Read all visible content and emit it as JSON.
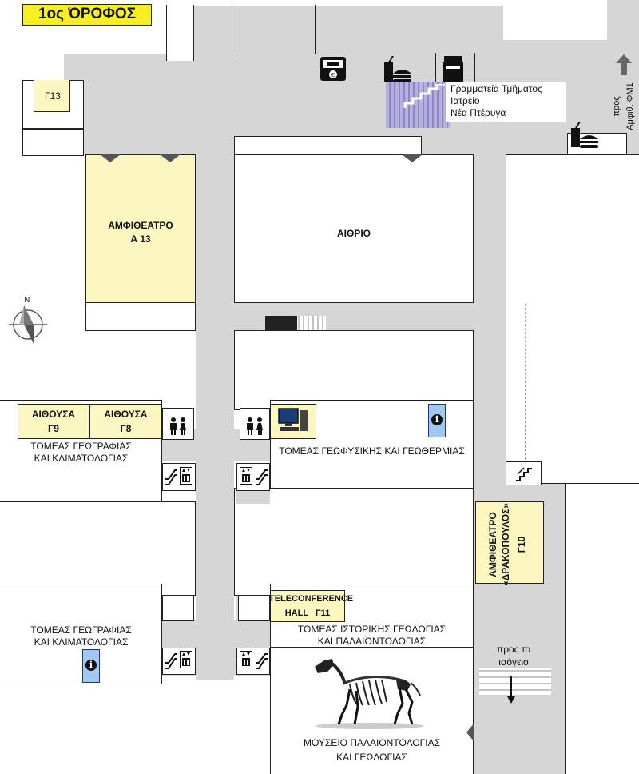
{
  "floor_title": "1ος ΌΡΟΦΟΣ",
  "rooms": {
    "g13": "Γ13",
    "amfitheatro_a13_line1": "ΑΜΦΙΘΕΑΤΡΟ",
    "amfitheatro_a13_line2": "Α 13",
    "aithrio": "ΑΙΘΡΙΟ",
    "g9_line1": "ΑΙΘΟΥΣΑ",
    "g9_line2": "Γ9",
    "g8_line1": "ΑΙΘΟΥΣΑ",
    "g8_line2": "Γ8",
    "g10_line1": "ΑΜΦΙΘΕΑΤΡΟ",
    "g10_line2": "«ΔΡΑΚΟΠΟΥΛΟΣ»",
    "g10_line3": "Γ10",
    "teleconf_line1": "TELECONFERENCE",
    "teleconf_line2": "HALL   Γ11"
  },
  "departments": {
    "geografias1_line1": "ΤΟΜΕΑΣ ΓΕΩΓΡΑΦΙΑΣ",
    "geografias1_line2": "ΚΑΙ ΚΛΙΜΑΤΟΛΟΓΙΑΣ",
    "geografias2_line1": "ΤΟΜΕΑΣ ΓΕΩΓΡΑΦΙΑΣ",
    "geografias2_line2": "ΚΑΙ ΚΛΙΜΑΤΟΛΟΓΙΑΣ",
    "geofysikis": "ΤΟΜΕΑΣ ΓΕΩΦΥΣΙΚΗΣ ΚΑΙ ΓΕΩΘΕΡΜΙΑΣ",
    "istorikis_line1": "ΤΟΜΕΑΣ ΙΣΤΟΡΙΚΗΣ ΓΕΩΛΟΓΙΑΣ",
    "istorikis_line2": "ΚΑΙ ΠΑΛΑΙΟΝΤΟΛΟΓΙΑΣ",
    "mouseio_line1": "ΜΟΥΣΕΙΟ ΠΑΛΑΙΟΝΤΟΛΟΓΙΑΣ",
    "mouseio_line2": "ΚΑΙ ΓΕΩΛΟΓΙΑΣ"
  },
  "signs": {
    "grammateia": "Γραμματεία Τμήματος",
    "iatreio": "Ιατρείο",
    "nea_pteryga": "Νέα Πτέρυγα",
    "pros_fm1_line1": "προς",
    "pros_fm1_line2": "Αμφιθ. ΦΜ1",
    "pros_isogeio_line1": "προς το",
    "pros_isogeio_line2": "ισόγειο"
  },
  "compass_label": "N",
  "colors": {
    "corridor": "#d6d6d6",
    "room_highlight": "#fcf7c0",
    "title_bg": "#f7ef21",
    "stairs_purple": "#a59fd6",
    "info_bg": "#9fc9ef"
  },
  "icons": [
    "atm-icon",
    "fast-food-icon",
    "photocopier-icon",
    "elevator-icon",
    "stairs-down-icon",
    "restroom-icon",
    "computer-icon",
    "info-icon",
    "escalator-icon",
    "stairs-icon",
    "compass-icon",
    "arrow-up-icon",
    "arrow-down-icon",
    "skeleton-image"
  ]
}
